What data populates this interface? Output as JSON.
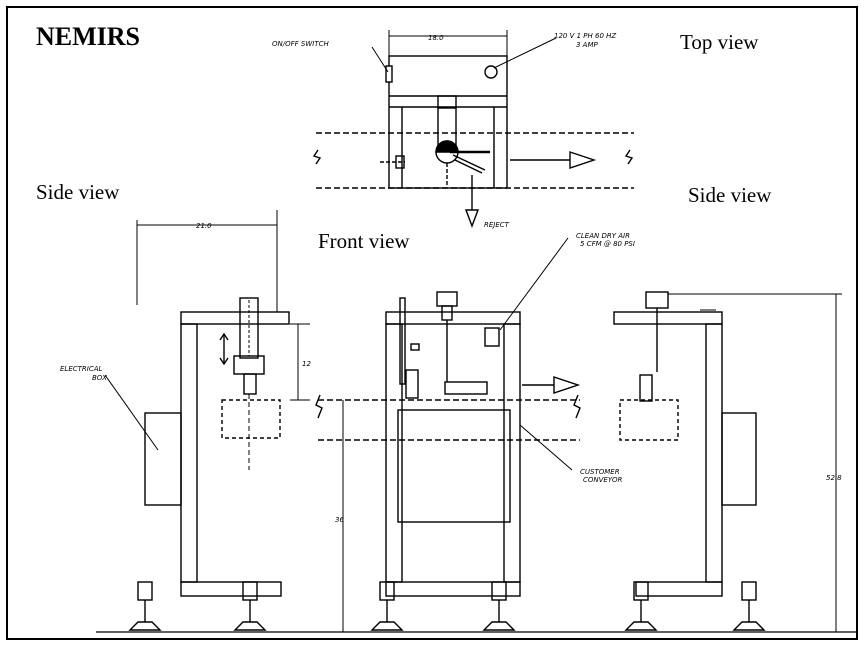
{
  "title": "NEMIRS",
  "views": {
    "top": "Top view",
    "side_left": "Side view",
    "side_right": "Side view",
    "front": "Front view"
  },
  "annotations": {
    "on_off_switch": "ON/OFF SWITCH",
    "power_line1": "120 V 1 PH 60 HZ",
    "power_line2": "3 AMP",
    "reject": "REJECT",
    "air_line1": "CLEAN DRY AIR",
    "air_line2": "5 CFM @ 80 PSI",
    "electrical_line1": "ELECTRICAL",
    "electrical_line2": "BOX",
    "customer_line1": "CUSTOMER",
    "customer_line2": "CONVEYOR"
  },
  "dimensions": {
    "top_width": "18.0",
    "side_width": "21.0",
    "cylinder_travel": "12",
    "conveyor_height": "36",
    "overall_height": "52.8"
  }
}
